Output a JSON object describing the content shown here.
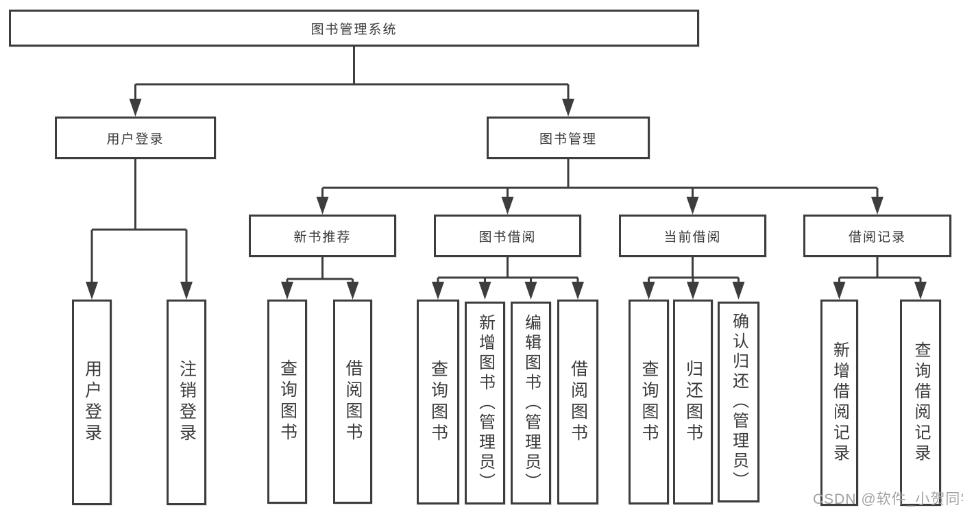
{
  "diagram": {
    "title": "图书管理系统",
    "colors": {
      "line": "#3d3d3d",
      "box_border": "#3d3d3d",
      "box_background": "#ffffff",
      "text": "#3a3a3a",
      "watermark": "#a2a2a6",
      "background": "#ffffff"
    },
    "nodes": [
      {
        "id": "root",
        "label": "图书管理系统",
        "level": 1,
        "orientation": "horizontal"
      },
      {
        "id": "user-login",
        "label": "用户登录",
        "level": 2,
        "orientation": "horizontal"
      },
      {
        "id": "book-management",
        "label": "图书管理",
        "level": 2,
        "orientation": "horizontal"
      },
      {
        "id": "new-book-recommend",
        "label": "新书推荐",
        "level": 3,
        "orientation": "horizontal"
      },
      {
        "id": "book-borrowing",
        "label": "图书借阅",
        "level": 3,
        "orientation": "horizontal"
      },
      {
        "id": "current-borrowing",
        "label": "当前借阅",
        "level": 3,
        "orientation": "horizontal"
      },
      {
        "id": "borrowing-records",
        "label": "借阅记录",
        "level": 3,
        "orientation": "horizontal"
      },
      {
        "id": "user-login-leaf",
        "label": "用户登录",
        "level": 4,
        "orientation": "vertical"
      },
      {
        "id": "logout-leaf",
        "label": "注销登录",
        "level": 4,
        "orientation": "vertical"
      },
      {
        "id": "query-books-a",
        "label": "查询图书",
        "level": 4,
        "orientation": "vertical"
      },
      {
        "id": "borrow-books-a",
        "label": "借阅图书",
        "level": 4,
        "orientation": "vertical"
      },
      {
        "id": "query-books-b",
        "label": "查询图书",
        "level": 4,
        "orientation": "vertical"
      },
      {
        "id": "add-book-admin",
        "label": "新增图书（管理员）",
        "level": 4,
        "orientation": "vertical"
      },
      {
        "id": "edit-book-admin",
        "label": "编辑图书（管理员）",
        "level": 4,
        "orientation": "vertical"
      },
      {
        "id": "borrow-books-b",
        "label": "借阅图书",
        "level": 4,
        "orientation": "vertical"
      },
      {
        "id": "query-books-c",
        "label": "查询图书",
        "level": 4,
        "orientation": "vertical"
      },
      {
        "id": "return-books",
        "label": "归还图书",
        "level": 4,
        "orientation": "vertical"
      },
      {
        "id": "confirm-return-admin",
        "label": "确认归还（管理员）",
        "level": 4,
        "orientation": "vertical"
      },
      {
        "id": "add-borrow-record",
        "label": "新增借阅记录",
        "level": 4,
        "orientation": "vertical"
      },
      {
        "id": "query-borrow-record",
        "label": "查询借阅记录",
        "level": 4,
        "orientation": "vertical"
      }
    ],
    "edges": [
      {
        "from": "root",
        "to": "user-login"
      },
      {
        "from": "root",
        "to": "book-management"
      },
      {
        "from": "user-login",
        "to": "user-login-leaf"
      },
      {
        "from": "user-login",
        "to": "logout-leaf"
      },
      {
        "from": "book-management",
        "to": "new-book-recommend"
      },
      {
        "from": "book-management",
        "to": "book-borrowing"
      },
      {
        "from": "book-management",
        "to": "current-borrowing"
      },
      {
        "from": "book-management",
        "to": "borrowing-records"
      },
      {
        "from": "new-book-recommend",
        "to": "query-books-a"
      },
      {
        "from": "new-book-recommend",
        "to": "borrow-books-a"
      },
      {
        "from": "book-borrowing",
        "to": "query-books-b"
      },
      {
        "from": "book-borrowing",
        "to": "add-book-admin"
      },
      {
        "from": "book-borrowing",
        "to": "edit-book-admin"
      },
      {
        "from": "book-borrowing",
        "to": "borrow-books-b"
      },
      {
        "from": "current-borrowing",
        "to": "query-books-c"
      },
      {
        "from": "current-borrowing",
        "to": "return-books"
      },
      {
        "from": "current-borrowing",
        "to": "confirm-return-admin"
      },
      {
        "from": "borrowing-records",
        "to": "add-borrow-record"
      },
      {
        "from": "borrowing-records",
        "to": "query-borrow-record"
      }
    ],
    "watermark": {
      "text": "CSDN @软件_小贺同学"
    }
  }
}
